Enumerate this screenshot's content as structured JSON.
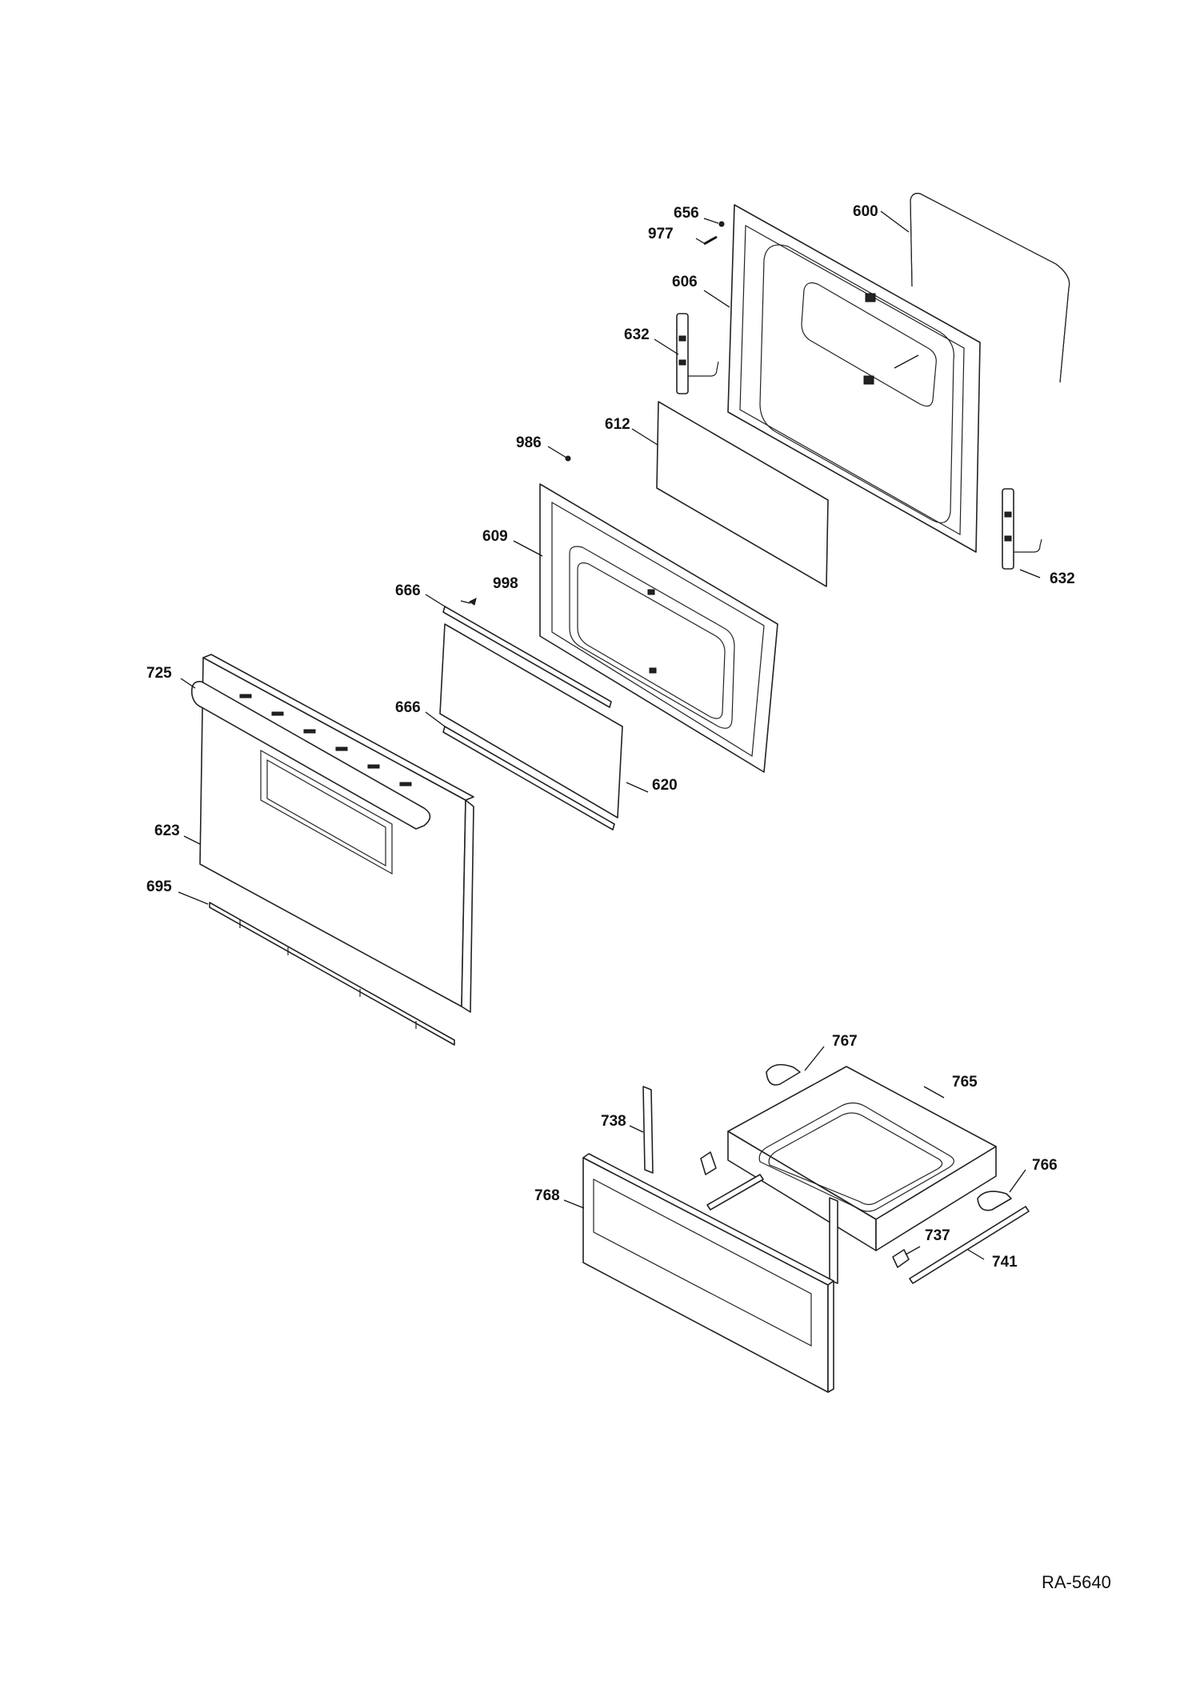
{
  "diagram_ref": "RA-5640",
  "callouts": {
    "c600": "600",
    "c606": "606",
    "c656": "656",
    "c977": "977",
    "c632a": "632",
    "c632b": "632",
    "c612": "612",
    "c986": "986",
    "c609": "609",
    "c998": "998",
    "c666a": "666",
    "c666b": "666",
    "c620": "620",
    "c725": "725",
    "c623": "623",
    "c695": "695",
    "c767": "767",
    "c765": "765",
    "c738": "738",
    "c766": "766",
    "c768": "768",
    "c737": "737",
    "c741": "741"
  }
}
